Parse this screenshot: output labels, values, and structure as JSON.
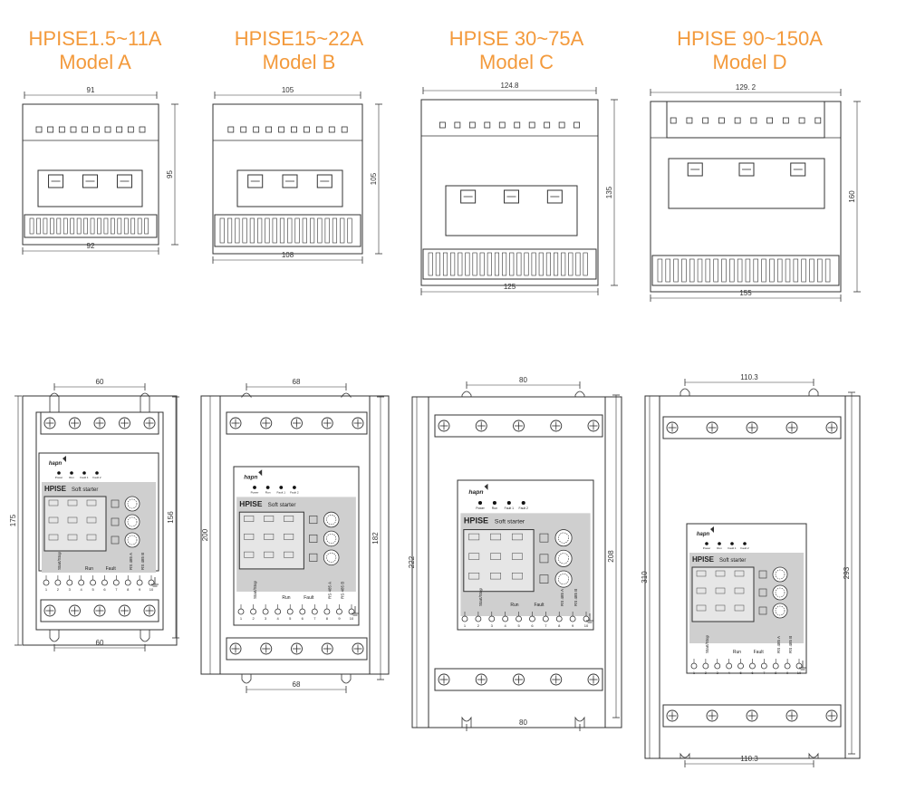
{
  "models": [
    {
      "title": "HPISE1.5~11A",
      "subtitle": "Model A",
      "front_top_width": "91",
      "front_bottom_width": "92",
      "front_height": "95",
      "mount_top": "60",
      "mount_bottom": "60",
      "overall_height": "175",
      "mount_height": "156"
    },
    {
      "title": "HPISE15~22A",
      "subtitle": "Model B",
      "front_top_width": "105",
      "front_bottom_width": "108",
      "front_height": "105",
      "mount_top": "68",
      "mount_bottom": "68",
      "overall_height": "200",
      "mount_height": "182"
    },
    {
      "title": "HPISE 30~75A",
      "subtitle": "Model C",
      "front_top_width": "124.8",
      "front_bottom_width": "125",
      "front_height": "135",
      "mount_top": "80",
      "mount_bottom": "80",
      "overall_height": "222",
      "mount_height": "208"
    },
    {
      "title": "HPISE 90~150A",
      "subtitle": "Model D",
      "front_top_width": "129. 2",
      "front_bottom_width": "155",
      "front_height": "160",
      "mount_top": "110.3",
      "mount_bottom": "110.3",
      "overall_height": "310",
      "mount_height": "293"
    }
  ],
  "panel": {
    "brand": "hapn",
    "product": "HPISE",
    "product_sub": "Soft starter",
    "leds": [
      "Power",
      "Run",
      "Fault 1",
      "Fault 2"
    ],
    "terminal_groups": [
      "Start/Stop",
      "Run",
      "Fault",
      "RS 485 A",
      "RS 485 B"
    ],
    "terminal_numbers": [
      "1",
      "2",
      "3",
      "4",
      "5",
      "6",
      "7",
      "8",
      "9",
      "10"
    ]
  },
  "colors": {
    "title": "#F39A3C",
    "line": "#333333",
    "panel_gray": "#cfcfcf"
  }
}
